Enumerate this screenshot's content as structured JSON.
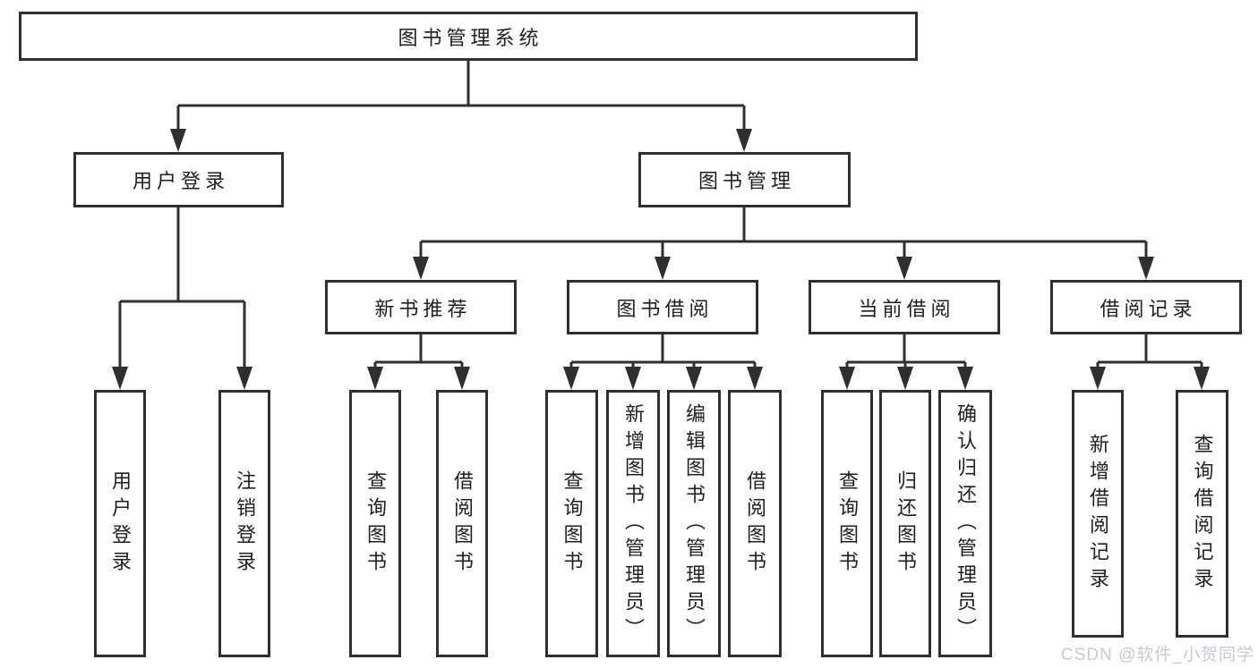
{
  "diagram_title": "图书管理系统",
  "colors": {
    "line": "#2f2f2f",
    "text": "#1f1f1f",
    "background": "#ffffff",
    "watermark": "#c8c9d3"
  },
  "root": {
    "label": "图书管理系统"
  },
  "level2": [
    {
      "label": "用户登录"
    },
    {
      "label": "图书管理"
    }
  ],
  "level3": [
    {
      "label": "新书推荐"
    },
    {
      "label": "图书借阅"
    },
    {
      "label": "当前借阅"
    },
    {
      "label": "借阅记录"
    }
  ],
  "leaves": [
    {
      "label": "用户登录",
      "parent": "用户登录"
    },
    {
      "label": "注销登录",
      "parent": "用户登录"
    },
    {
      "label": "查询图书",
      "parent": "新书推荐"
    },
    {
      "label": "借阅图书",
      "parent": "新书推荐"
    },
    {
      "label": "查询图书",
      "parent": "图书借阅"
    },
    {
      "label": "新增图书（管理员）",
      "parent": "图书借阅"
    },
    {
      "label": "编辑图书（管理员）",
      "parent": "图书借阅"
    },
    {
      "label": "借阅图书",
      "parent": "图书借阅"
    },
    {
      "label": "查询图书",
      "parent": "当前借阅"
    },
    {
      "label": "归还图书",
      "parent": "当前借阅"
    },
    {
      "label": "确认归还（管理员）",
      "parent": "当前借阅"
    },
    {
      "label": "新增借阅记录",
      "parent": "借阅记录"
    },
    {
      "label": "查询借阅记录",
      "parent": "借阅记录"
    }
  ],
  "watermark": "CSDN @软件_小贺同学"
}
